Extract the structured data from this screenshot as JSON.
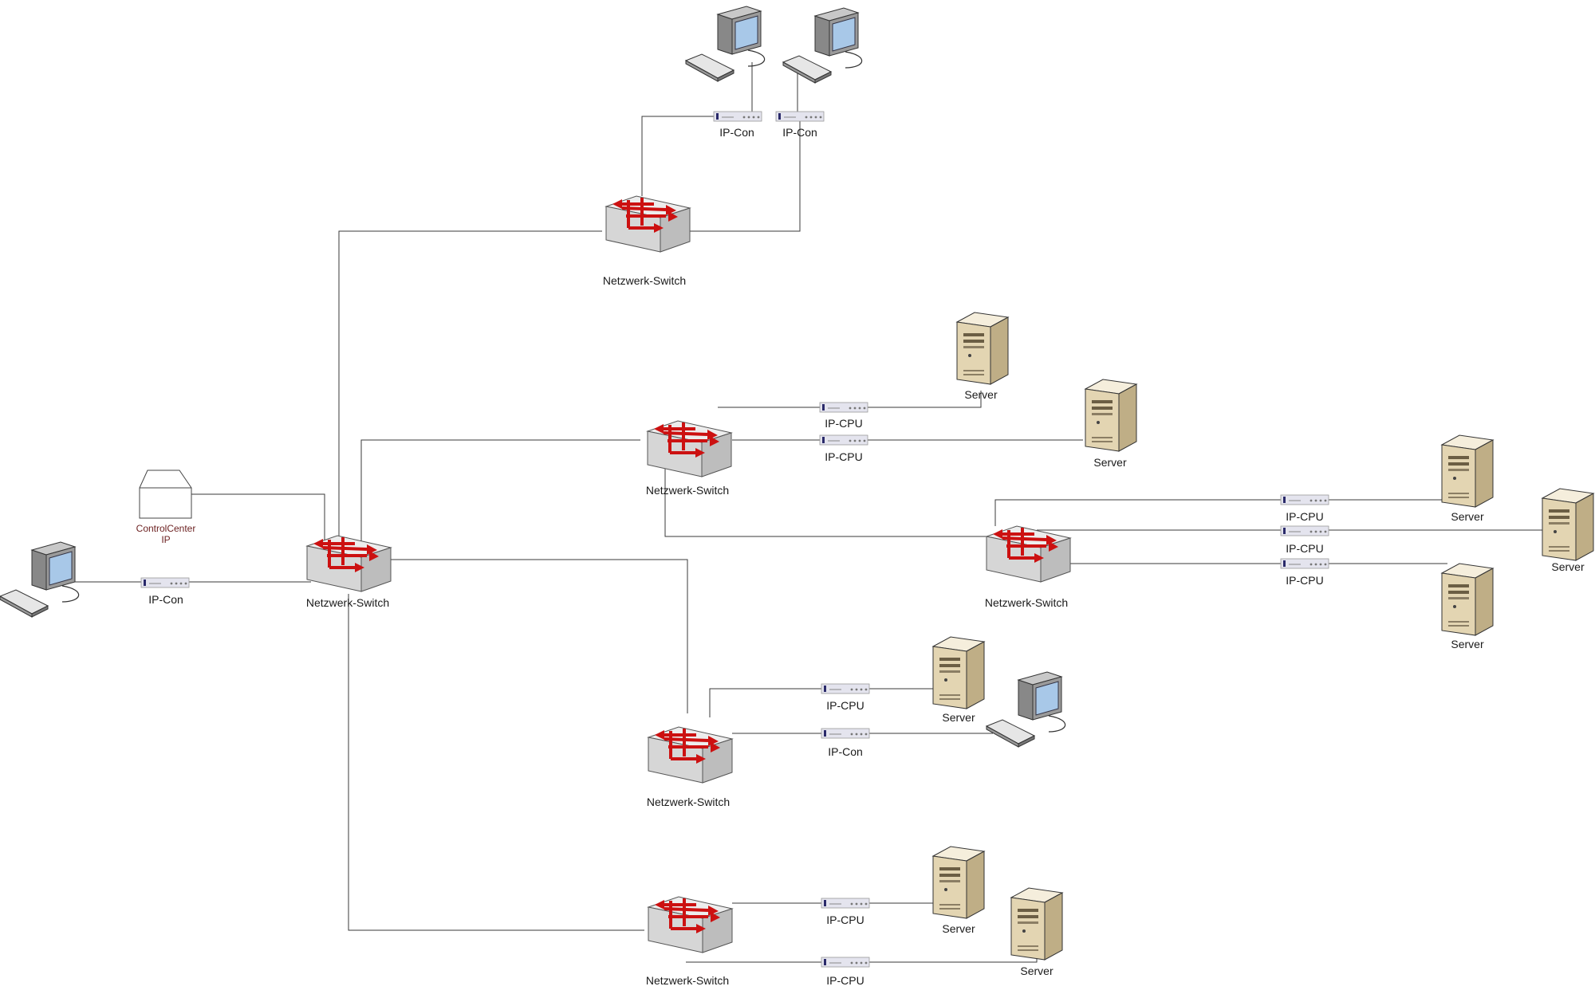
{
  "labels": {
    "switch": "Netzwerk-Switch",
    "ipcon": "IP-Con",
    "ipcpu": "IP-CPU",
    "server": "Server",
    "cc_line1": "ControlCenter",
    "cc_line2": "IP"
  },
  "colors": {
    "line": "#3a3a3a",
    "switch_arrow": "#cc1111",
    "server_body": "#e8dcc0",
    "monitor_screen": "#a8c8e8"
  },
  "icons": {
    "switch": "network-switch-icon",
    "server": "server-tower-icon",
    "workstation": "workstation-icon",
    "extender": "kvm-extender-icon",
    "controlcenter": "controlcenter-icon"
  }
}
